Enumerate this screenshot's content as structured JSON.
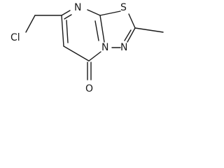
{
  "molecule": {
    "atoms": {
      "chlorine": "Cl",
      "ring_nitrogen_top": "N",
      "sulfur": "S",
      "ring_nitrogen_right": "N",
      "ring_nitrogen_bridge": "N",
      "carbonyl_oxygen": "O"
    }
  }
}
